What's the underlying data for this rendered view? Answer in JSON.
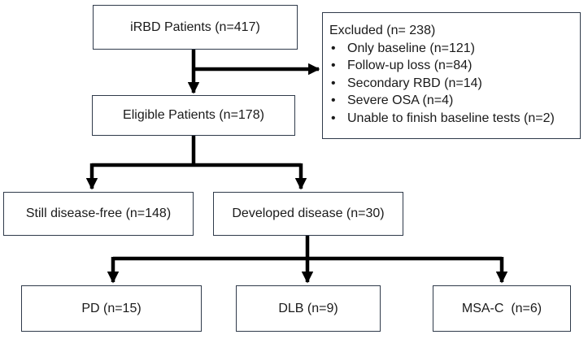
{
  "boxes": {
    "irbd": "iRBD Patients (n=417)",
    "eligible": "Eligible Patients (n=178)",
    "disease_free": "Still disease-free (n=148)",
    "developed": "Developed disease (n=30)",
    "pd": "PD (n=15)",
    "dlb": "DLB (n=9)",
    "msa": "MSA-C  (n=6)"
  },
  "excluded": {
    "title": "Excluded (n= 238)",
    "items": [
      "Only baseline (n=121)",
      "Follow-up loss (n=84)",
      "Secondary RBD (n=14)",
      "Severe OSA (n=4)",
      "Unable to finish baseline tests (n=2)"
    ],
    "bullet": "•"
  },
  "colors": {
    "border": "#2f3a4a",
    "arrow": "#000000",
    "text": "#1a1a1a"
  }
}
